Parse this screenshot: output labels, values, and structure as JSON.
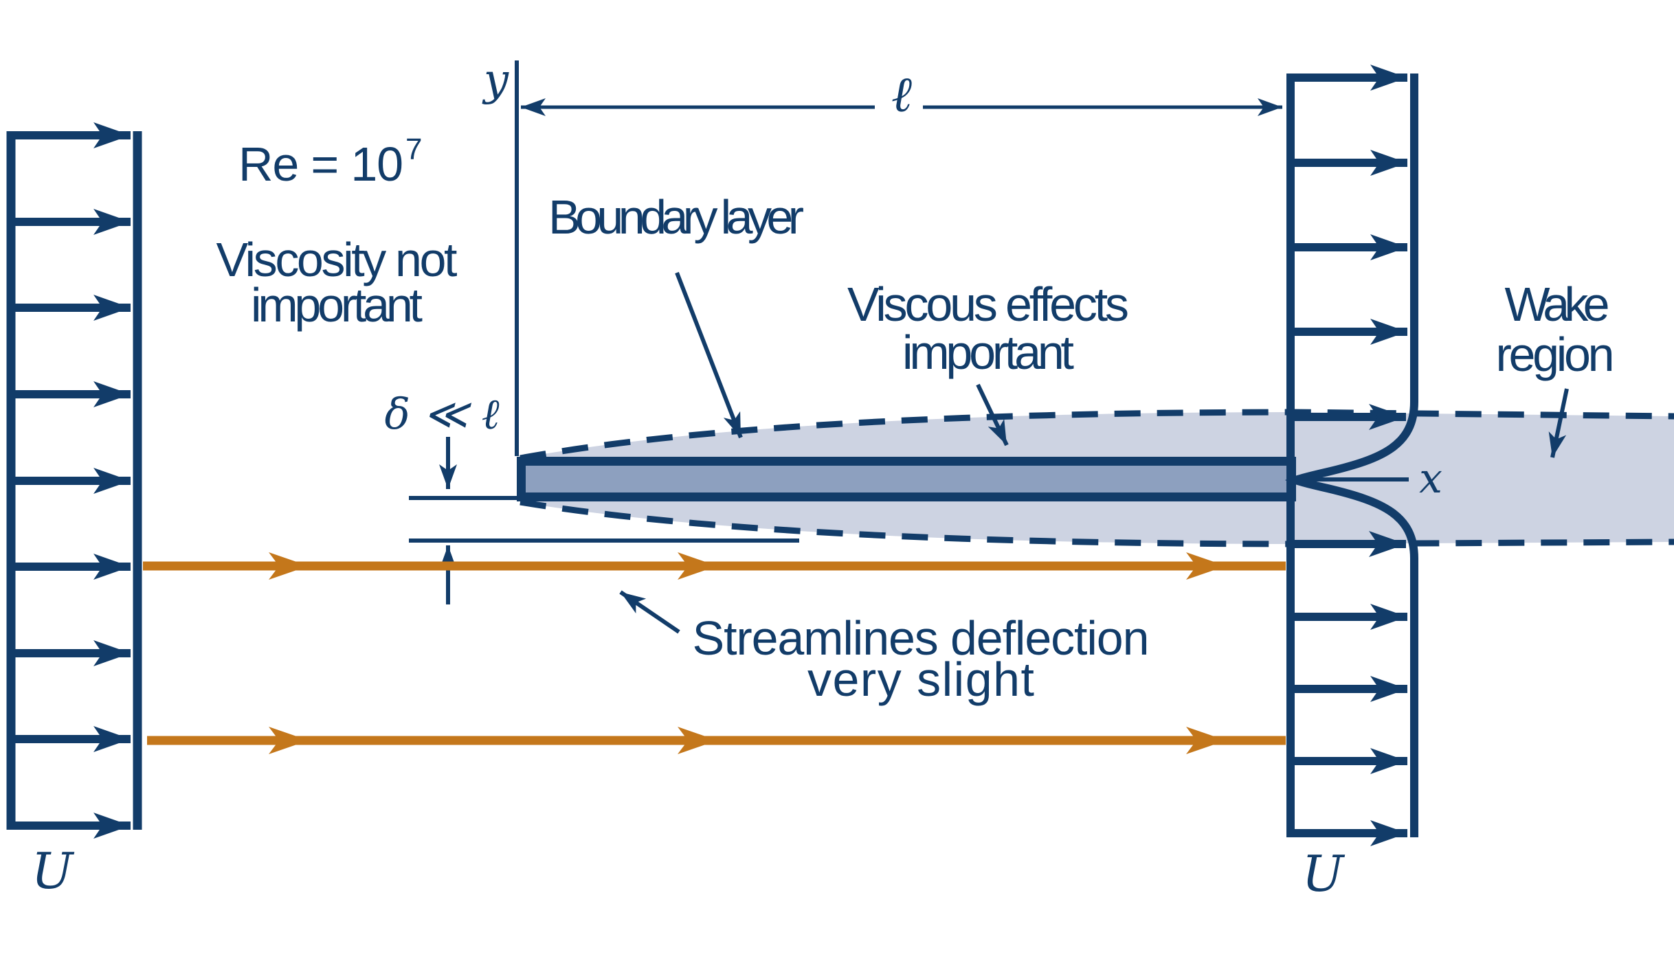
{
  "figure": {
    "reynolds_base": "Re =  10",
    "reynolds_exponent": "7",
    "viscosity_note_line1": "Viscosity not",
    "viscosity_note_line2": "important",
    "boundary_layer_label": "Boundary layer",
    "viscous_effects_line1": "Viscous effects",
    "viscous_effects_line2": "important",
    "wake_label_line1": "Wake",
    "wake_label_line2": "region",
    "streamlines_label_line1": "Streamlines deflection",
    "streamlines_label_line2": "very slight",
    "delta_relation": "δ ≪ ℓ",
    "plate_length_symbol": "ℓ",
    "x_axis_symbol": "x",
    "y_axis_symbol": "y",
    "upstream_velocity_symbol": "U",
    "downstream_velocity_symbol": "U"
  },
  "colors": {
    "navy": "#123c69",
    "orange": "#c4771b",
    "boundary-fill": "#cdd3e2",
    "plate-fill": "#8da0bf",
    "background": "#ffffff"
  }
}
